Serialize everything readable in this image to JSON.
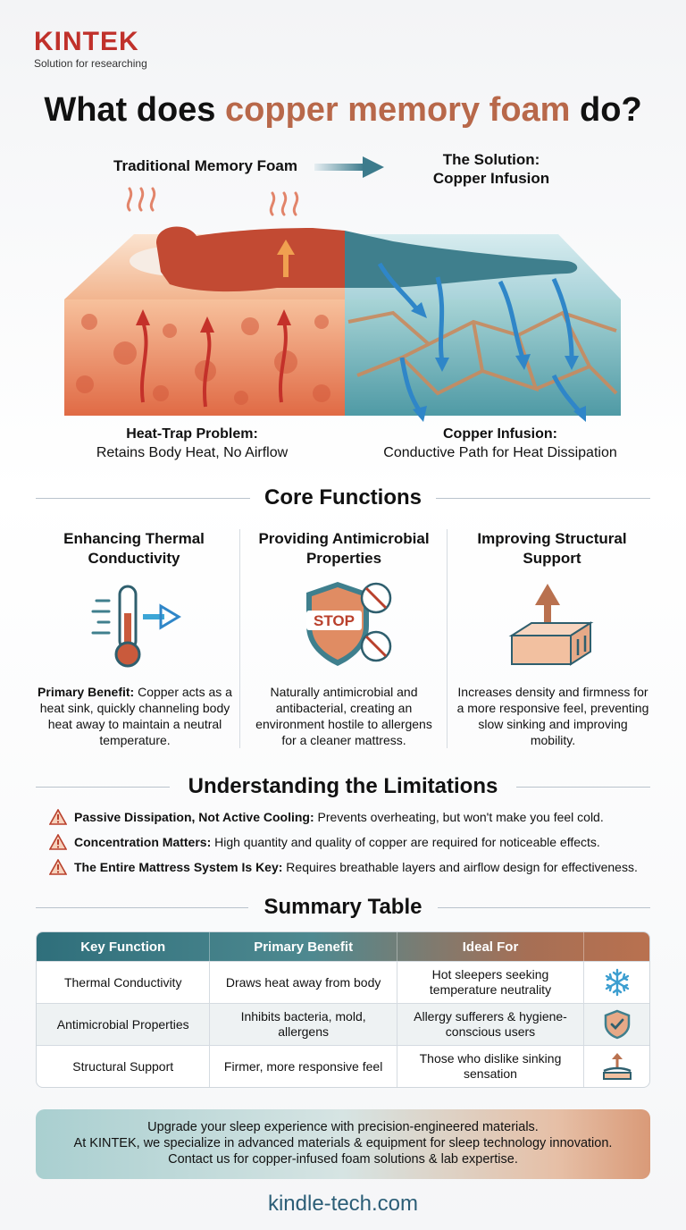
{
  "brand": {
    "name": "KINTEK",
    "tagline": "Solution for researching"
  },
  "title": {
    "pre": "What does ",
    "accent": "copper memory foam",
    "post": " do?"
  },
  "hero": {
    "left_header": "Traditional Memory Foam",
    "right_header_line1": "The Solution:",
    "right_header_line2": "Copper Infusion",
    "left_caption_title": "Heat-Trap Problem:",
    "left_caption_body": "Retains Body Heat, No Airflow",
    "right_caption_title": "Copper Infusion:",
    "right_caption_body": "Conductive Path for Heat Dissipation",
    "stop_label": "STOP"
  },
  "core": {
    "title": "Core Functions",
    "columns": [
      {
        "title_line1": "Enhancing Thermal",
        "title_line2": "Conductivity",
        "lead": "Primary Benefit:",
        "body": " Copper acts as a heat sink, quickly channeling body heat away to maintain a neutral temperature."
      },
      {
        "title_line1": "Providing Antimicrobial",
        "title_line2": "Properties",
        "body": "Naturally antimicrobial and antibacterial, creating an environment hostile to allergens for a cleaner mattress."
      },
      {
        "title_line1": "Improving Structural",
        "title_line2": "Support",
        "body": "Increases density and firmness for a more responsive feel, preventing slow sinking and improving mobility."
      }
    ]
  },
  "limits": {
    "title": "Understanding the Limitations",
    "items": [
      {
        "lead": "Passive Dissipation, Not Active Cooling:",
        "body": " Prevents overheating, but won't make you feel cold."
      },
      {
        "lead": "Concentration Matters:",
        "body": " High quantity and quality of copper are required for noticeable effects."
      },
      {
        "lead": "The Entire Mattress System Is Key:",
        "body": " Requires breathable layers and airflow design for effectiveness."
      }
    ]
  },
  "summary": {
    "title": "Summary Table",
    "headers": [
      "Key Function",
      "Primary Benefit",
      "Ideal For",
      ""
    ],
    "rows": [
      {
        "function": "Thermal Conductivity",
        "benefit": "Draws heat away from body",
        "ideal": "Hot sleepers seeking temperature neutrality",
        "icon": "snowflake-icon"
      },
      {
        "function": "Antimicrobial Properties",
        "benefit": "Inhibits bacteria, mold, allergens",
        "ideal": "Allergy sufferers & hygiene-conscious users",
        "icon": "shield-check-icon"
      },
      {
        "function": "Structural Support",
        "benefit": "Firmer, more responsive feel",
        "ideal": "Those who dislike sinking sensation",
        "icon": "support-layer-icon"
      }
    ]
  },
  "cta": {
    "line1": "Upgrade your sleep experience with precision-engineered materials.",
    "line2": "At KINTEK, we specialize in advanced materials & equipment for sleep technology innovation.",
    "line3": "Contact us for copper-infused foam solutions & lab expertise."
  },
  "footer": {
    "url": "kindle-tech.com"
  },
  "colors": {
    "brand_red": "#c0312b",
    "copper": "#b8684a",
    "teal": "#2f6f7b",
    "warm_red": "#d8563a"
  }
}
